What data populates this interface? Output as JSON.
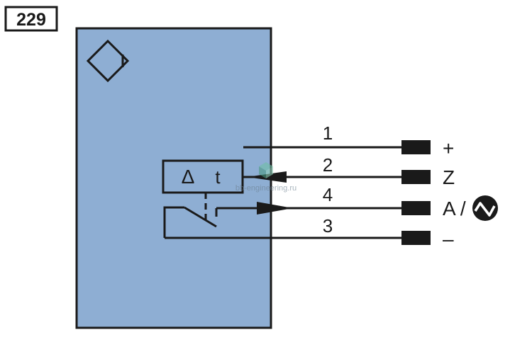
{
  "diagram_number": "229",
  "watermark": "bb-engineering.ru",
  "timer_box": {
    "delta_symbol": "Δ",
    "time_label": "t"
  },
  "connections": [
    {
      "pin": "1",
      "signal": "+"
    },
    {
      "pin": "2",
      "signal": "Z"
    },
    {
      "pin": "4",
      "signal": "A /"
    },
    {
      "pin": "3",
      "signal": "–"
    }
  ],
  "colors": {
    "housing": "#8eaed3",
    "line": "#1a1a1a",
    "background": "#ffffff"
  },
  "icons": {
    "sensor": "diamond-sensor-icon",
    "output": "ac-output-icon"
  }
}
